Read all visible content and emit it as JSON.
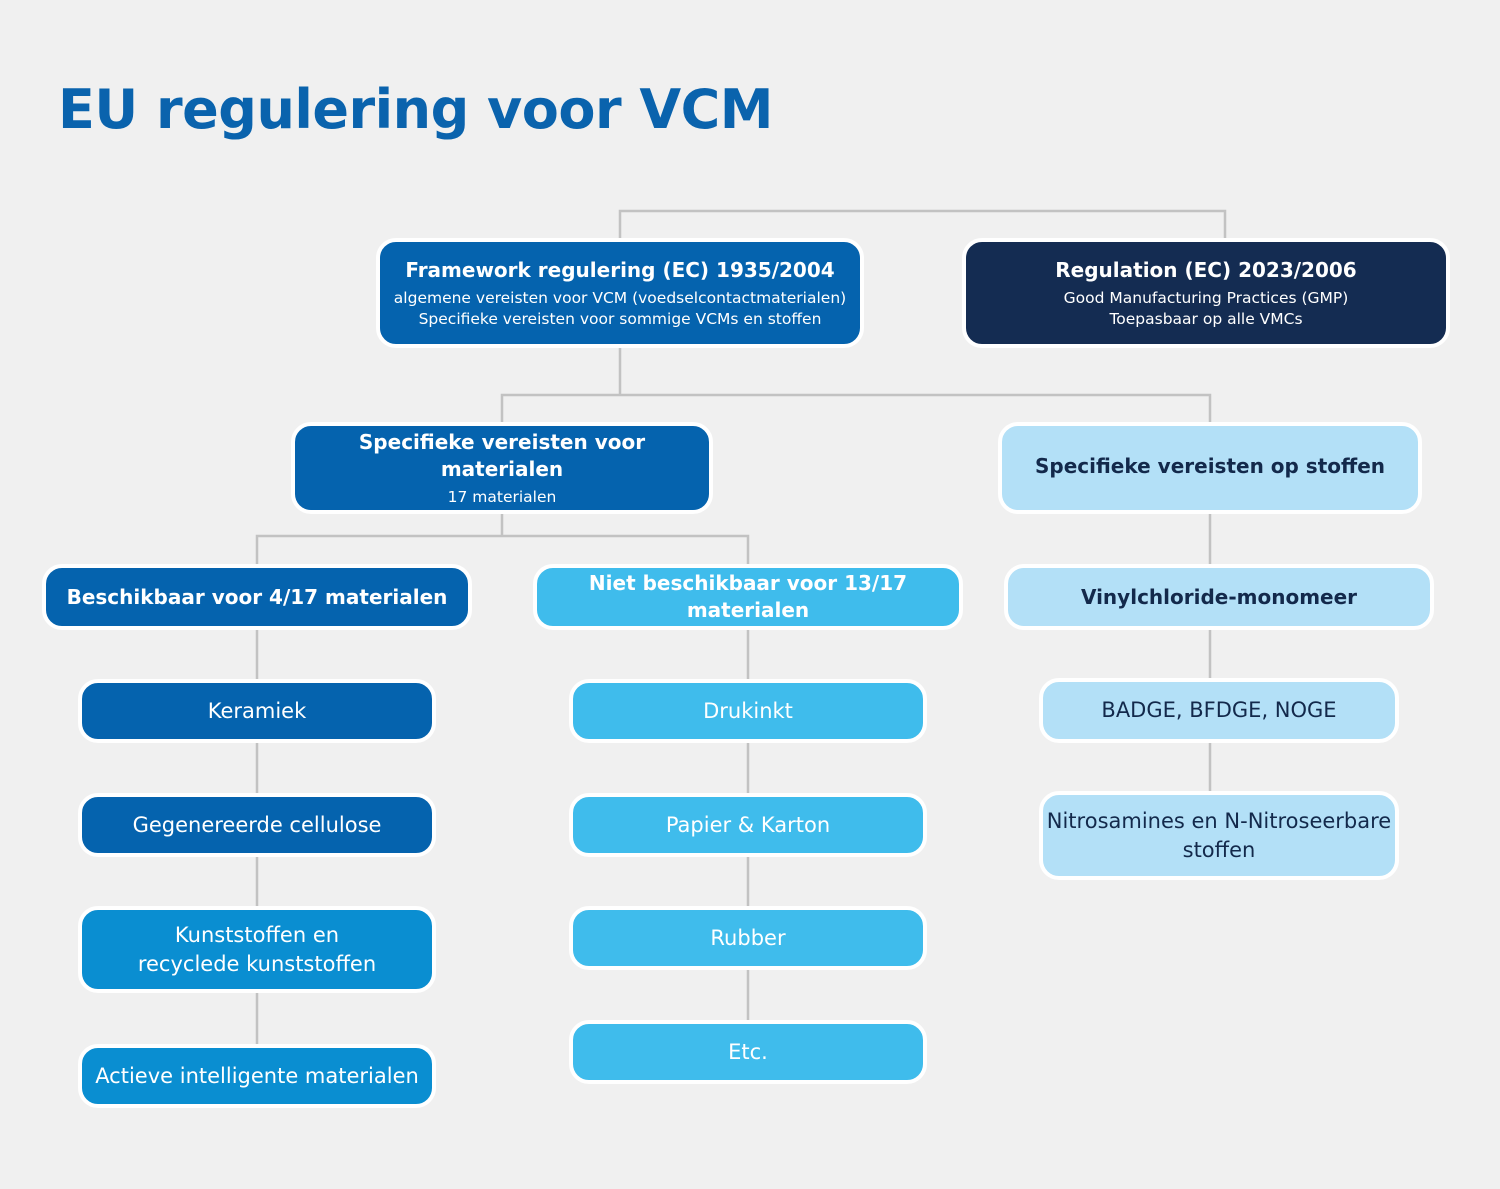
{
  "title": "EU regulering voor VCM",
  "framework": {
    "title": "Framework regulering (EC) 1935/2004",
    "line1": "algemene vereisten voor VCM (voedselcontactmaterialen)",
    "line2": "Specifieke vereisten  voor sommige VCMs en stoffen"
  },
  "gmp": {
    "title": "Regulation (EC) 2023/2006",
    "line1": "Good Manufacturing Practices (GMP)",
    "line2": "Toepasbaar op alle VMCs"
  },
  "materials": {
    "title": "Specifieke vereisten voor materialen",
    "sub": "17 materialen"
  },
  "substances": {
    "title": "Specifieke vereisten op stoffen"
  },
  "available": {
    "title": "Beschikbaar voor 4/17 materialen",
    "items": [
      "Keramiek",
      "Gegenereerde cellulose",
      "Kunststoffen en\nrecyclede kunststoffen",
      "Actieve intelligente materialen"
    ]
  },
  "unavailable": {
    "title": "Niet beschikbaar voor 13/17 materialen",
    "items": [
      "Drukinkt",
      "Papier & Karton",
      "Rubber",
      "Etc."
    ]
  },
  "substance_list": {
    "title": "Vinylchloride-monomeer",
    "items": [
      "BADGE, BFDGE, NOGE",
      "Nitrosamines en N-Nitroseerbare\nstoffen"
    ]
  },
  "colors": {
    "title": "#0a63ad",
    "blue": "#0563ae",
    "navy": "#142c52",
    "mid_blue": "#0a8ed1",
    "sky_blue": "#3fbcec",
    "pale_blue": "#b3e0f7",
    "connector": "#c2c2c2"
  }
}
